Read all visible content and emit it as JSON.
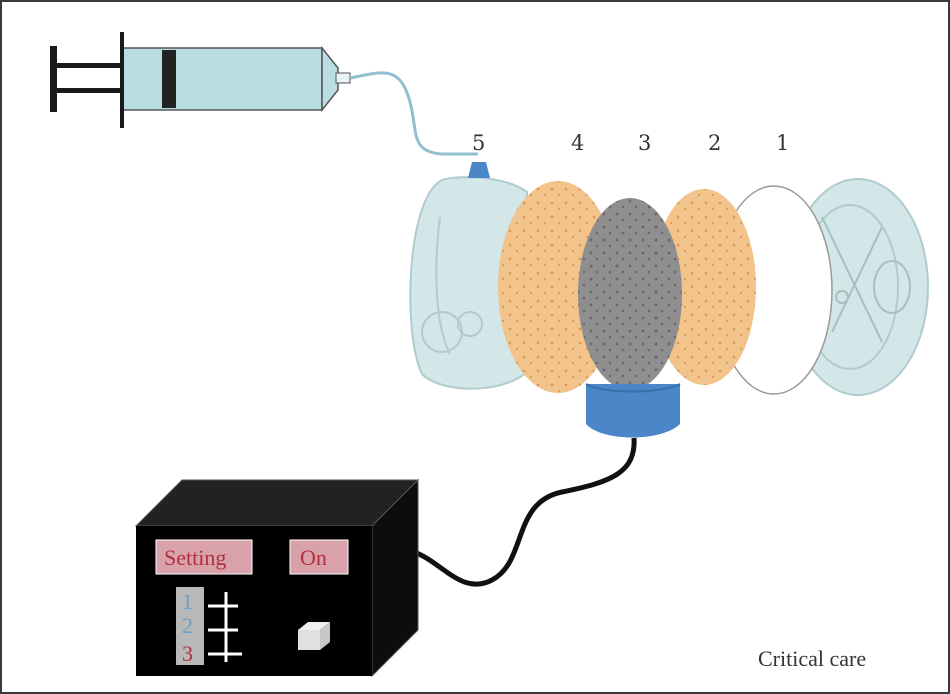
{
  "diagram": {
    "layer_numbers": [
      "5",
      "4",
      "3",
      "2",
      "1"
    ],
    "device": {
      "setting_label": "Setting",
      "on_label": "On",
      "levels": [
        "1",
        "2",
        "3"
      ]
    },
    "caption": "Critical care"
  },
  "colors": {
    "syringe_fill": "#b9dde3",
    "sponge": "#f2c48c",
    "mesh": "#8c8c8c",
    "connector_blue": "#4a86c8",
    "label_pink": "#d4a0a8",
    "label_text": "#b03040",
    "level_text": "#6aa0c8"
  }
}
